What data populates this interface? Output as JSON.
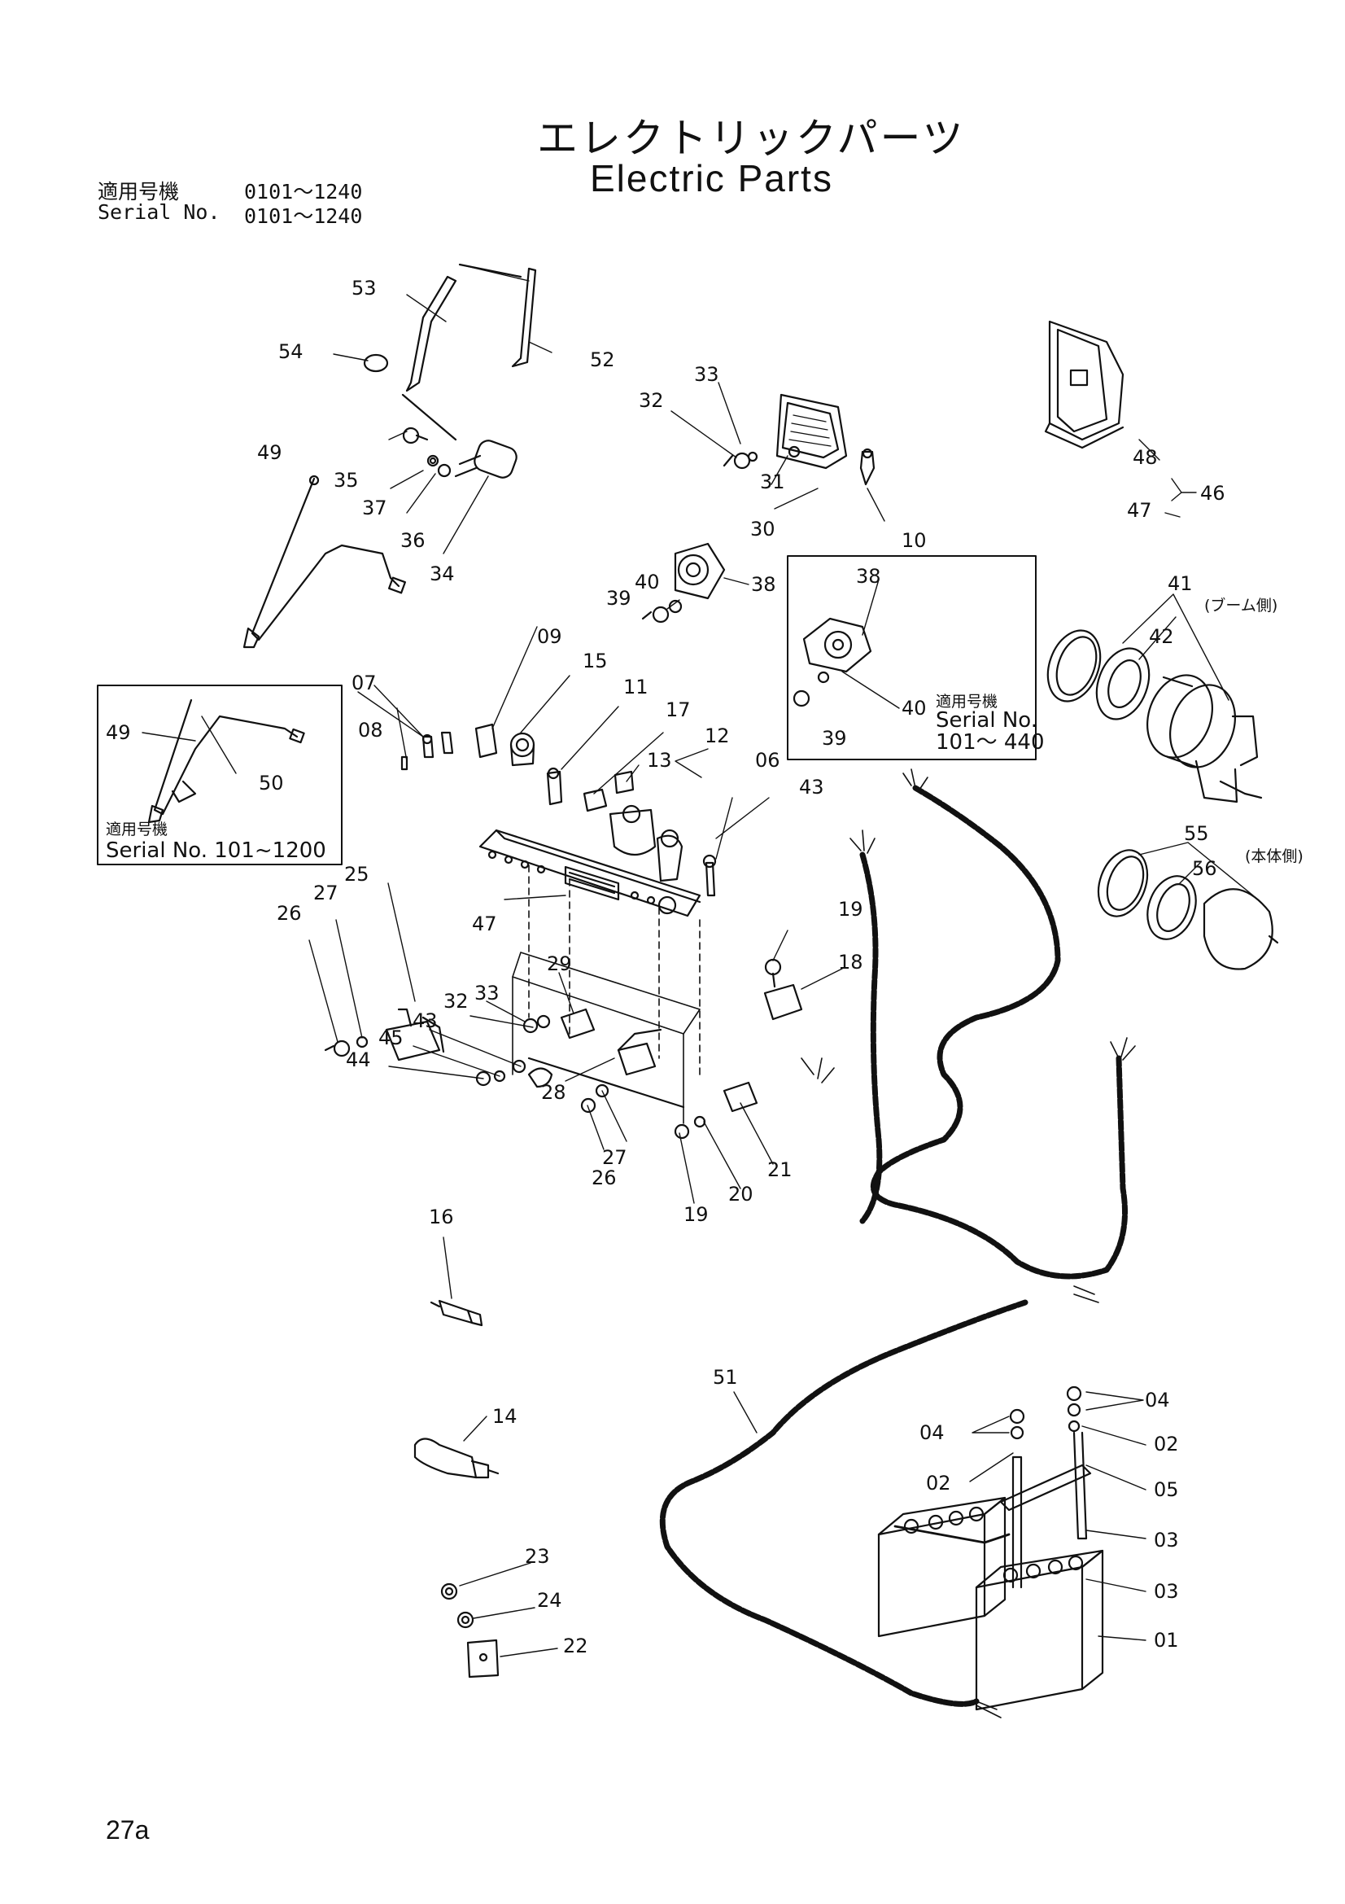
{
  "header": {
    "title_jp": "エレクトリックパーツ",
    "title_en": "Electric Parts",
    "serial_label_jp": "適用号機",
    "serial_range_jp": "0101～1240",
    "serial_label_en": "Serial No.",
    "serial_range_en": "0101～1240"
  },
  "page_number": "27a",
  "callouts": [
    "53",
    "52",
    "54",
    "33",
    "32",
    "49",
    "35",
    "37",
    "31",
    "36",
    "34",
    "30",
    "10",
    "48",
    "46",
    "47",
    "38",
    "40",
    "39",
    "38",
    "40",
    "39",
    "09",
    "15",
    "07",
    "11",
    "17",
    "08",
    "12",
    "13",
    "06",
    "43",
    "41",
    "42",
    "55",
    "56",
    "25",
    "27",
    "47",
    "26",
    "29",
    "19",
    "18",
    "33",
    "32",
    "43",
    "45",
    "44",
    "28",
    "26",
    "27",
    "19",
    "20",
    "21",
    "16",
    "51",
    "14",
    "04",
    "04",
    "02",
    "02",
    "05",
    "03",
    "03",
    "01",
    "23",
    "24",
    "22",
    "49",
    "50"
  ],
  "notes": {
    "boom_side": "(ブーム側)",
    "body_side": "(本体側)",
    "inset1_label_jp": "適用号機",
    "inset1_serial_label": "Serial No.",
    "inset1_serial_range": "101～ 440",
    "inset2_label_jp": "適用号機",
    "inset2_serial": "Serial No. 101~1200"
  }
}
